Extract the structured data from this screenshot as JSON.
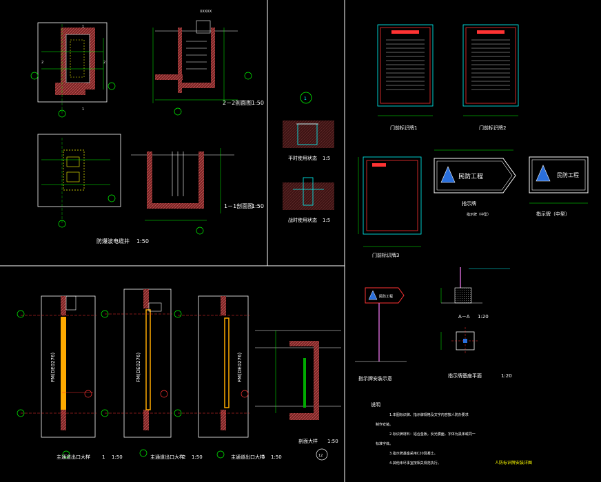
{
  "colors": {
    "background": "#000000",
    "line": "#ffffff",
    "dimension": "#00ff00",
    "wall": "#b33a3a",
    "highlight": "#ffff00",
    "cyan": "#00ffff",
    "red": "#ff0000",
    "orange": "#ff9900",
    "blue": "#2a6fdb"
  },
  "labels": {
    "section_2_2": "2－2剖面图",
    "scale_150": "1:50",
    "section_1_1": "1－1剖面图",
    "inlet_plan": "防爆波电缆井",
    "marker_1": "1",
    "peace_state": "平时使用状态",
    "war_state": "战时使用状态",
    "scale_15": "1:5",
    "panel_a": "FM(DE0276)",
    "panel_b": "FM(DE0276)",
    "panel_c": "FM(DE0276)",
    "detail_1": "主通道出口大样",
    "detail_2": "主通道出口大样",
    "detail_3": "主通道出口大样",
    "num_1": "1",
    "num_2": "2",
    "num_3": "3",
    "scale_150b": "1:50",
    "section_big": "剖面大样",
    "marker_2": "12",
    "sign_1": "门前标识牌1",
    "sign_2": "门前标识牌2",
    "sign_3": "门前标识牌3",
    "arrow_sign_text": "民防工程",
    "arrow_sign_label": "指示牌",
    "arrow_sign_sub": "指示牌（中型）",
    "rect_sign_text": "民防工程",
    "rect_sign_label": "指示牌（中型）",
    "post_sign_text": "民防工程",
    "post_install": "指示牌安装示意",
    "aa": "A－A",
    "aa_scale": "1:20",
    "foundation_plan": "指示牌基座平面",
    "foundation_scale": "1:20",
    "notes_title": "说明",
    "notes_1": "1.本图标识牌、指示牌规格及文字内容按人防办要求",
    "notes_1b": "制作安装。",
    "notes_2": "2.标识牌材料：铝合金板，反光膜面，字体为黑体或同一",
    "notes_2b": "标准字体。",
    "notes_3": "3.指示牌基座采用C20混凝土。",
    "notes_4": "4.其他未尽事宜按相关规范执行。",
    "stamp": "人防标识牌安装详图"
  }
}
